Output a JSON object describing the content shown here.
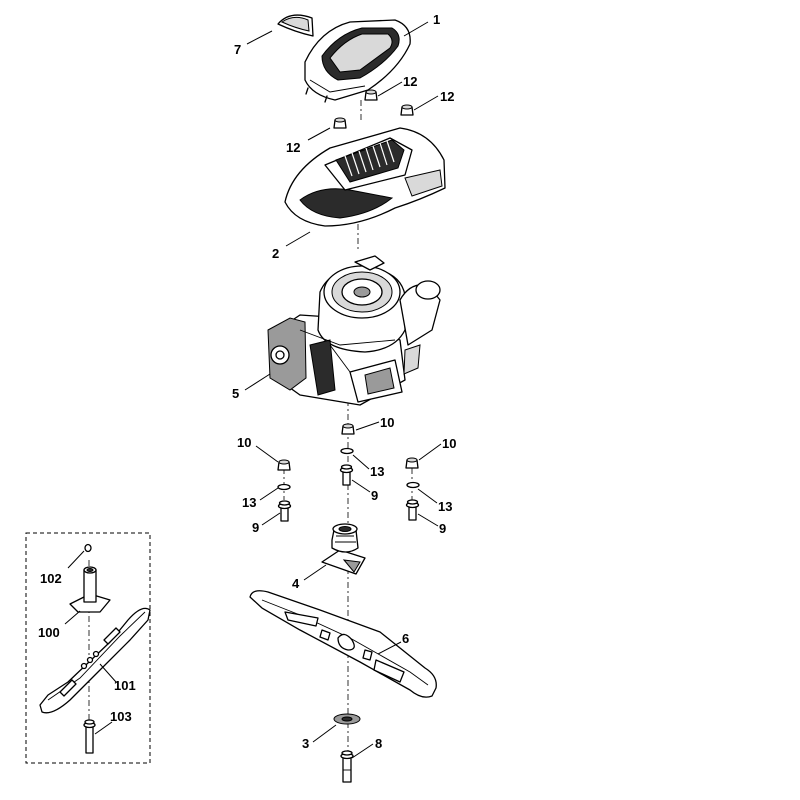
{
  "callouts": {
    "c1": "1",
    "c7": "7",
    "c12a": "12",
    "c12b": "12",
    "c12c": "12",
    "c2": "2",
    "c5": "5",
    "c10a": "10",
    "c10b": "10",
    "c10c": "10",
    "c13a": "13",
    "c13b": "13",
    "c13c": "13",
    "c9a": "9",
    "c9b": "9",
    "c9c": "9",
    "c4": "4",
    "c6": "6",
    "c3": "3",
    "c8": "8",
    "c102": "102",
    "c100": "100",
    "c101": "101",
    "c103": "103"
  }
}
